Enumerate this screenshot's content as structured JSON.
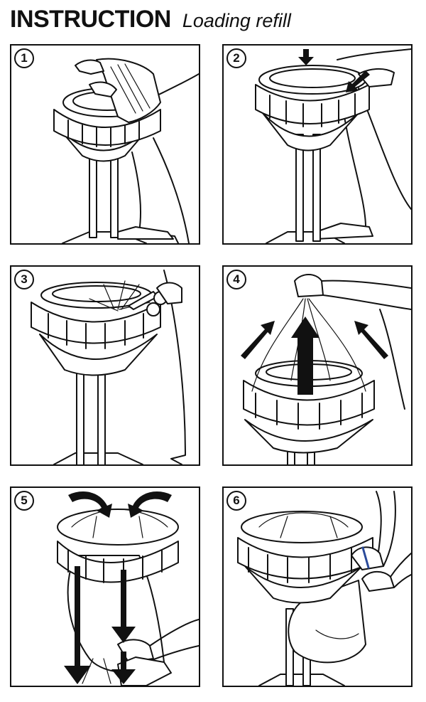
{
  "header": {
    "title": "INSTRUCTION",
    "subtitle": "Loading refill"
  },
  "steps": [
    {
      "number": "1"
    },
    {
      "number": "2"
    },
    {
      "number": "3"
    },
    {
      "number": "4"
    },
    {
      "number": "5"
    },
    {
      "number": "6"
    }
  ],
  "colors": {
    "ink": "#111111",
    "background": "#ffffff",
    "accent_tie": "#2a4a9a"
  }
}
